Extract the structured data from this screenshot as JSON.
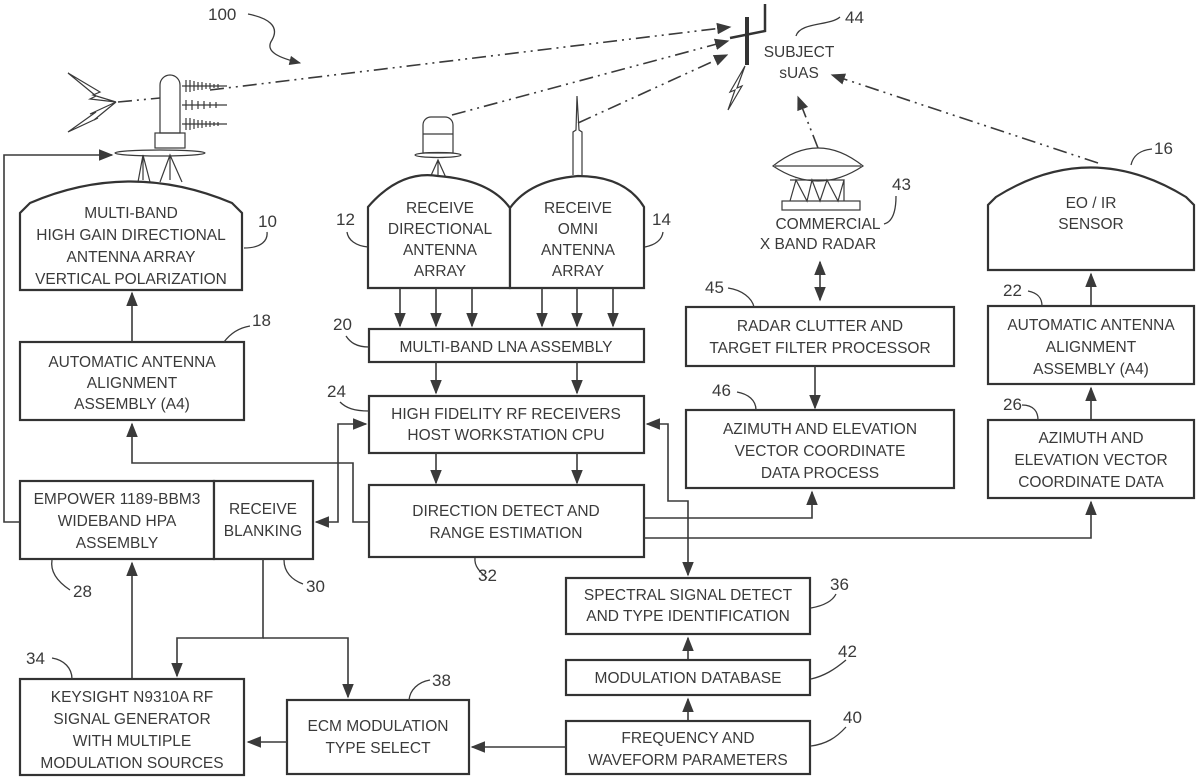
{
  "figure": {
    "system_ref": "100",
    "subject": {
      "ref": "44",
      "lines": [
        "SUBJECT",
        "sUAS"
      ]
    },
    "blocks": {
      "tx_antenna": {
        "ref": "10",
        "lines": [
          "MULTI-BAND",
          "HIGH GAIN DIRECTIONAL",
          "ANTENNA ARRAY",
          "VERTICAL POLARIZATION"
        ]
      },
      "rx_directional": {
        "ref": "12",
        "lines": [
          "RECEIVE",
          "DIRECTIONAL",
          "ANTENNA",
          "ARRAY"
        ]
      },
      "rx_omni": {
        "ref": "14",
        "lines": [
          "RECEIVE",
          "OMNI",
          "ANTENNA",
          "ARRAY"
        ]
      },
      "eo_ir": {
        "ref": "16",
        "lines": [
          "EO / IR",
          "SENSOR"
        ]
      },
      "radar": {
        "ref": "43",
        "lines": [
          "COMMERCIAL",
          "X BAND RADAR"
        ]
      },
      "align_left": {
        "ref": "18",
        "lines": [
          "AUTOMATIC ANTENNA",
          "ALIGNMENT",
          "ASSEMBLY (A4)"
        ]
      },
      "lna": {
        "ref": "20",
        "lines": [
          "MULTI-BAND LNA  ASSEMBLY"
        ]
      },
      "receivers": {
        "ref": "24",
        "lines": [
          "HIGH FIDELITY RF RECEIVERS",
          "HOST WORKSTATION CPU"
        ]
      },
      "direction": {
        "ref": "32",
        "lines": [
          "DIRECTION DETECT AND",
          "RANGE ESTIMATION"
        ]
      },
      "hpa": {
        "ref": "28",
        "lines": [
          "EMPOWER 1189-BBM3",
          "WIDEBAND HPA",
          "ASSEMBLY"
        ]
      },
      "blanking": {
        "ref": "30",
        "lines": [
          "RECEIVE",
          "BLANKING"
        ]
      },
      "radar_filter": {
        "ref": "45",
        "lines": [
          "RADAR CLUTTER AND",
          "TARGET FILTER PROCESSOR"
        ]
      },
      "az_el_process": {
        "ref": "46",
        "lines": [
          "AZIMUTH AND ELEVATION",
          "VECTOR COORDINATE",
          "DATA PROCESS"
        ]
      },
      "align_right": {
        "ref": "22",
        "lines": [
          "AUTOMATIC ANTENNA",
          "ALIGNMENT",
          "ASSEMBLY (A4)"
        ]
      },
      "az_el_data": {
        "ref": "26",
        "lines": [
          "AZIMUTH AND",
          "ELEVATION VECTOR",
          "COORDINATE DATA"
        ]
      },
      "spectral": {
        "ref": "36",
        "lines": [
          "SPECTRAL SIGNAL DETECT",
          "AND TYPE IDENTIFICATION"
        ]
      },
      "mod_db": {
        "ref": "42",
        "lines": [
          "MODULATION DATABASE"
        ]
      },
      "freq_params": {
        "ref": "40",
        "lines": [
          "FREQUENCY AND",
          "WAVEFORM PARAMETERS"
        ]
      },
      "siggen": {
        "ref": "34",
        "lines": [
          "KEYSIGHT N9310A RF",
          "SIGNAL GENERATOR",
          "WITH MULTIPLE",
          "MODULATION SOURCES"
        ]
      },
      "ecm": {
        "ref": "38",
        "lines": [
          "ECM MODULATION",
          "TYPE SELECT"
        ]
      }
    }
  }
}
